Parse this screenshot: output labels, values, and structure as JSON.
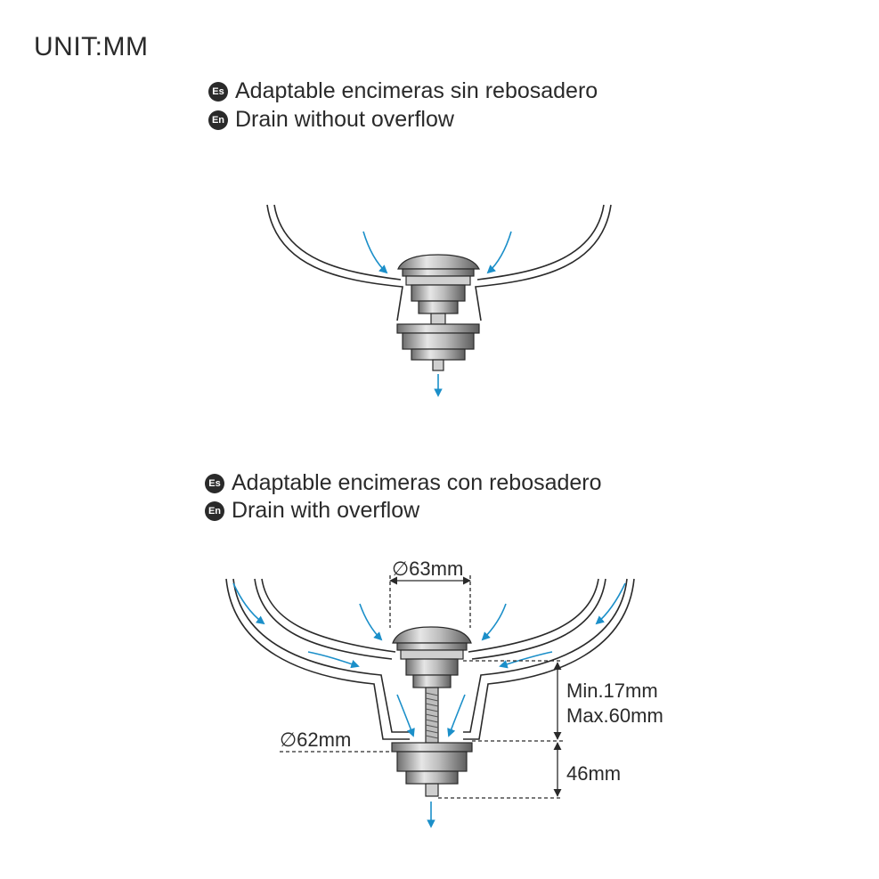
{
  "unit_label": "UNIT:MM",
  "colors": {
    "flow_arrow": "#1b8fc9",
    "line": "#2a2a2a",
    "metal": "#9a9a9a"
  },
  "section_without_overflow": {
    "es_badge": "Es",
    "es_caption": "Adaptable encimeras sin rebosadero",
    "en_badge": "En",
    "en_caption": "Drain without overflow"
  },
  "section_with_overflow": {
    "es_badge": "Es",
    "es_caption": "Adaptable encimeras con rebosadero",
    "en_badge": "En",
    "en_caption": "Drain with overflow"
  },
  "dimensions": {
    "cap_diameter": "∅63mm",
    "body_diameter": "∅62mm",
    "min_thickness": "Min.17mm",
    "max_thickness": "Max.60mm",
    "lower_height": "46mm"
  }
}
